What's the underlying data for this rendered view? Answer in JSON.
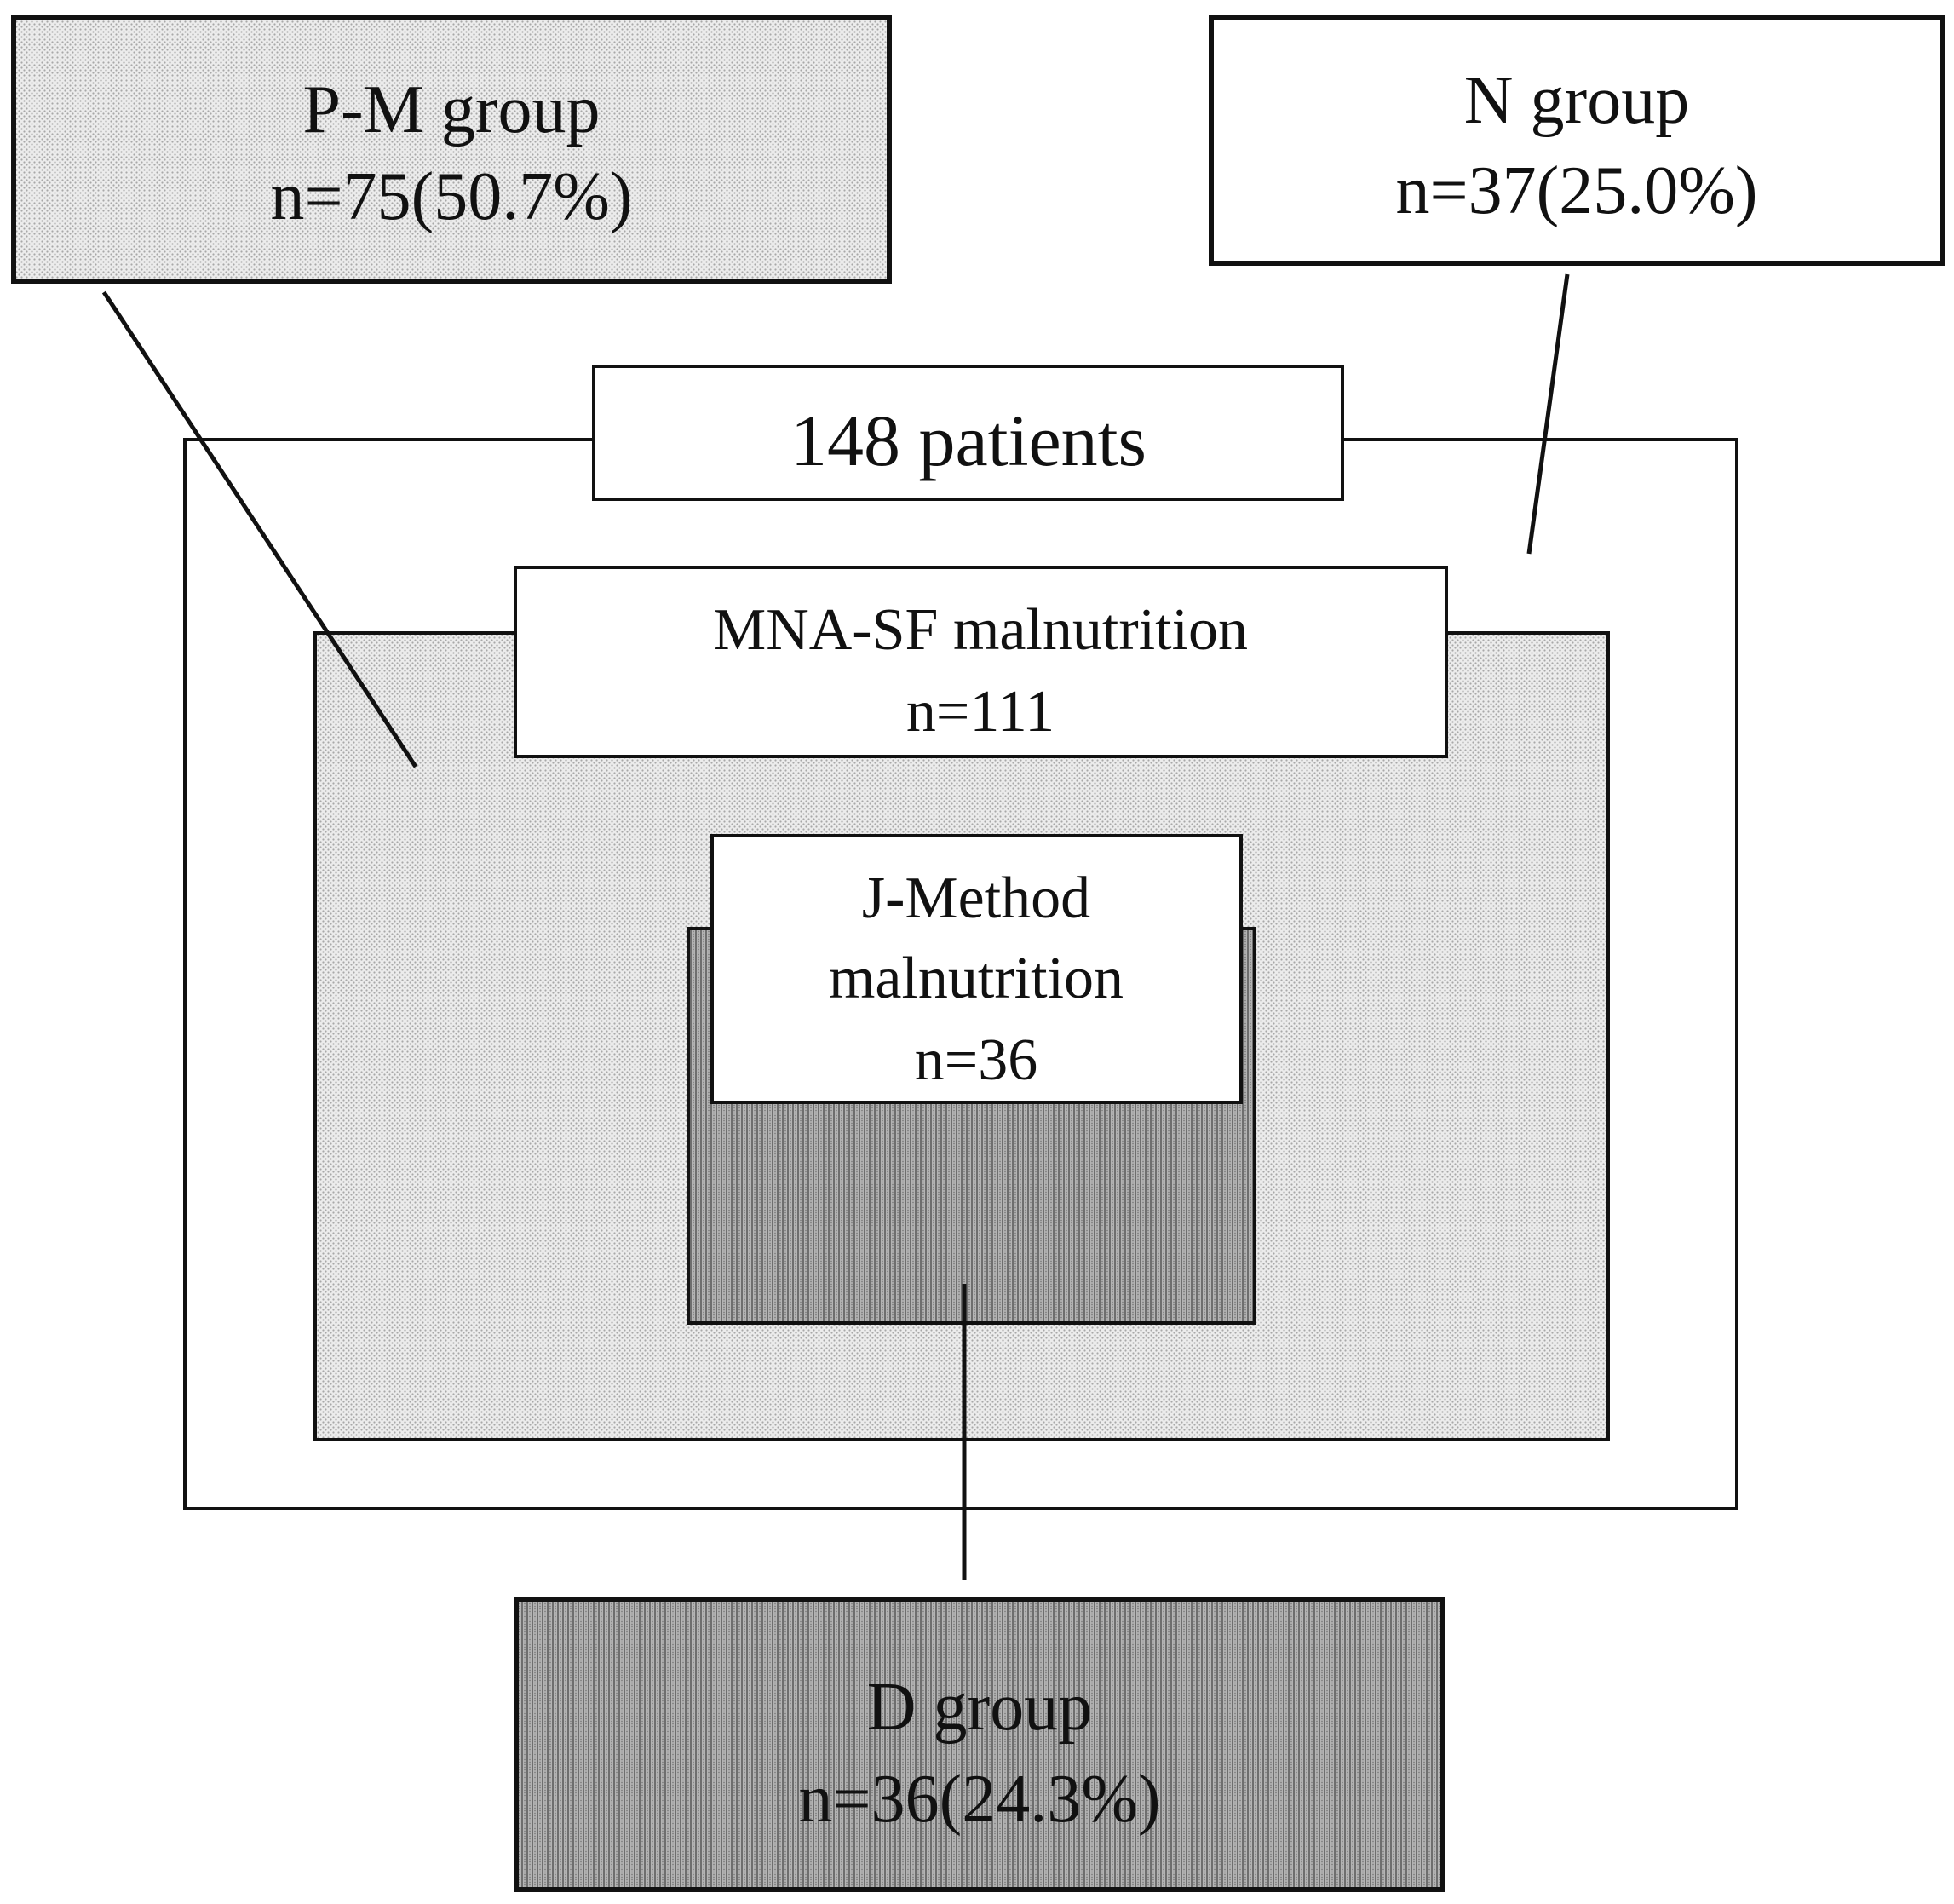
{
  "diagram": {
    "total": {
      "label": "148 patients"
    },
    "mna_sf": {
      "title": "MNA-SF malnutrition",
      "count": "n=111"
    },
    "j_method": {
      "line1": "J-Method",
      "line2": "malnutrition",
      "count": "n=36"
    },
    "pm_group": {
      "title": "P-M group",
      "count": "n=75(50.7%)"
    },
    "n_group": {
      "title": "N group",
      "count": "n=37(25.0%)"
    },
    "d_group": {
      "title": "D group",
      "count": "n=36(24.3%)"
    }
  },
  "colors": {
    "border": "#111111",
    "light_dot_fill": "#e6e6e6",
    "dark_stripe_fill": "#9c9c9c",
    "box_fill": "#ffffff"
  }
}
